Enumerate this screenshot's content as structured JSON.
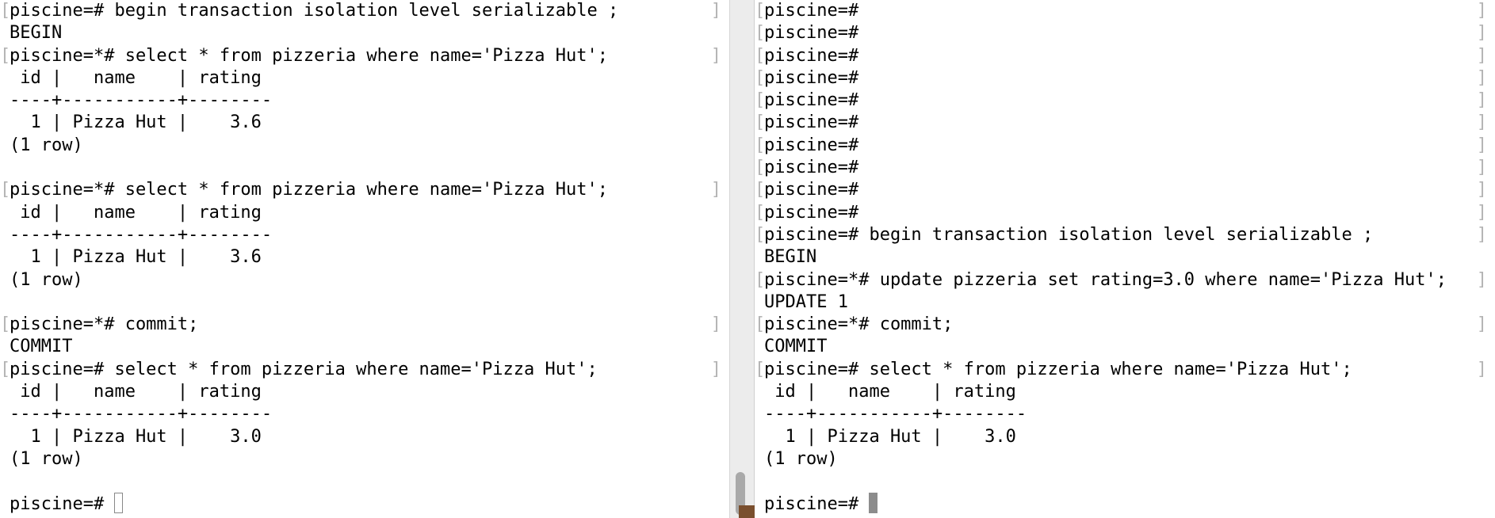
{
  "left_terminal": {
    "lines": [
      {
        "text": "piscine=# begin transaction isolation level serializable ;",
        "bracket": true
      },
      {
        "text": "BEGIN",
        "bracket": false
      },
      {
        "text": "piscine=*# select * from pizzeria where name='Pizza Hut';",
        "bracket": true
      },
      {
        "text": " id |   name    | rating",
        "bracket": false
      },
      {
        "text": "----+-----------+--------",
        "bracket": false
      },
      {
        "text": "  1 | Pizza Hut |    3.6",
        "bracket": false
      },
      {
        "text": "(1 row)",
        "bracket": false
      },
      {
        "text": "",
        "bracket": false
      },
      {
        "text": "piscine=*# select * from pizzeria where name='Pizza Hut';",
        "bracket": true
      },
      {
        "text": " id |   name    | rating",
        "bracket": false
      },
      {
        "text": "----+-----------+--------",
        "bracket": false
      },
      {
        "text": "  1 | Pizza Hut |    3.6",
        "bracket": false
      },
      {
        "text": "(1 row)",
        "bracket": false
      },
      {
        "text": "",
        "bracket": false
      },
      {
        "text": "piscine=*# commit;",
        "bracket": true
      },
      {
        "text": "COMMIT",
        "bracket": false
      },
      {
        "text": "piscine=# select * from pizzeria where name='Pizza Hut';",
        "bracket": true
      },
      {
        "text": " id |   name    | rating",
        "bracket": false
      },
      {
        "text": "----+-----------+--------",
        "bracket": false
      },
      {
        "text": "  1 | Pizza Hut |    3.0",
        "bracket": false
      },
      {
        "text": "(1 row)",
        "bracket": false
      },
      {
        "text": "",
        "bracket": false
      }
    ],
    "prompt": "piscine=# "
  },
  "right_terminal": {
    "lines": [
      {
        "text": "piscine=#",
        "bracket": true
      },
      {
        "text": "piscine=#",
        "bracket": true
      },
      {
        "text": "piscine=#",
        "bracket": true
      },
      {
        "text": "piscine=#",
        "bracket": true
      },
      {
        "text": "piscine=#",
        "bracket": true
      },
      {
        "text": "piscine=#",
        "bracket": true
      },
      {
        "text": "piscine=#",
        "bracket": true
      },
      {
        "text": "piscine=#",
        "bracket": true
      },
      {
        "text": "piscine=#",
        "bracket": true
      },
      {
        "text": "piscine=#",
        "bracket": true
      },
      {
        "text": "piscine=# begin transaction isolation level serializable ;",
        "bracket": true
      },
      {
        "text": "BEGIN",
        "bracket": false
      },
      {
        "text": "piscine=*# update pizzeria set rating=3.0 where name='Pizza Hut';",
        "bracket": true
      },
      {
        "text": "UPDATE 1",
        "bracket": false
      },
      {
        "text": "piscine=*# commit;",
        "bracket": true
      },
      {
        "text": "COMMIT",
        "bracket": false
      },
      {
        "text": "piscine=# select * from pizzeria where name='Pizza Hut';",
        "bracket": true
      },
      {
        "text": " id |   name    | rating",
        "bracket": false
      },
      {
        "text": "----+-----------+--------",
        "bracket": false
      },
      {
        "text": "  1 | Pizza Hut |    3.0",
        "bracket": false
      },
      {
        "text": "(1 row)",
        "bracket": false
      },
      {
        "text": "",
        "bracket": false
      }
    ],
    "prompt": "piscine=# "
  },
  "colors": {
    "text": "#000000",
    "background": "#ffffff",
    "bracket": "#b4b4b4",
    "divider": "#ececec",
    "scrollbar": "#a9a9a9",
    "cursor_active": "#8c8c8c"
  }
}
